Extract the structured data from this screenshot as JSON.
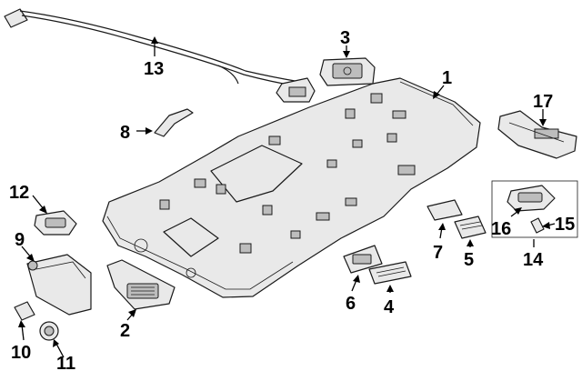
{
  "callouts": {
    "c1": "1",
    "c2": "2",
    "c3": "3",
    "c4": "4",
    "c5": "5",
    "c6": "6",
    "c7": "7",
    "c8": "8",
    "c9": "9",
    "c10": "10",
    "c11": "11",
    "c12": "12",
    "c13": "13",
    "c14": "14",
    "c15": "15",
    "c16": "16",
    "c17": "17"
  },
  "palette": {
    "line": "#1a1a1a",
    "fill": "#e9e9e9",
    "shade": "#bdbdbd",
    "background": "#ffffff"
  }
}
